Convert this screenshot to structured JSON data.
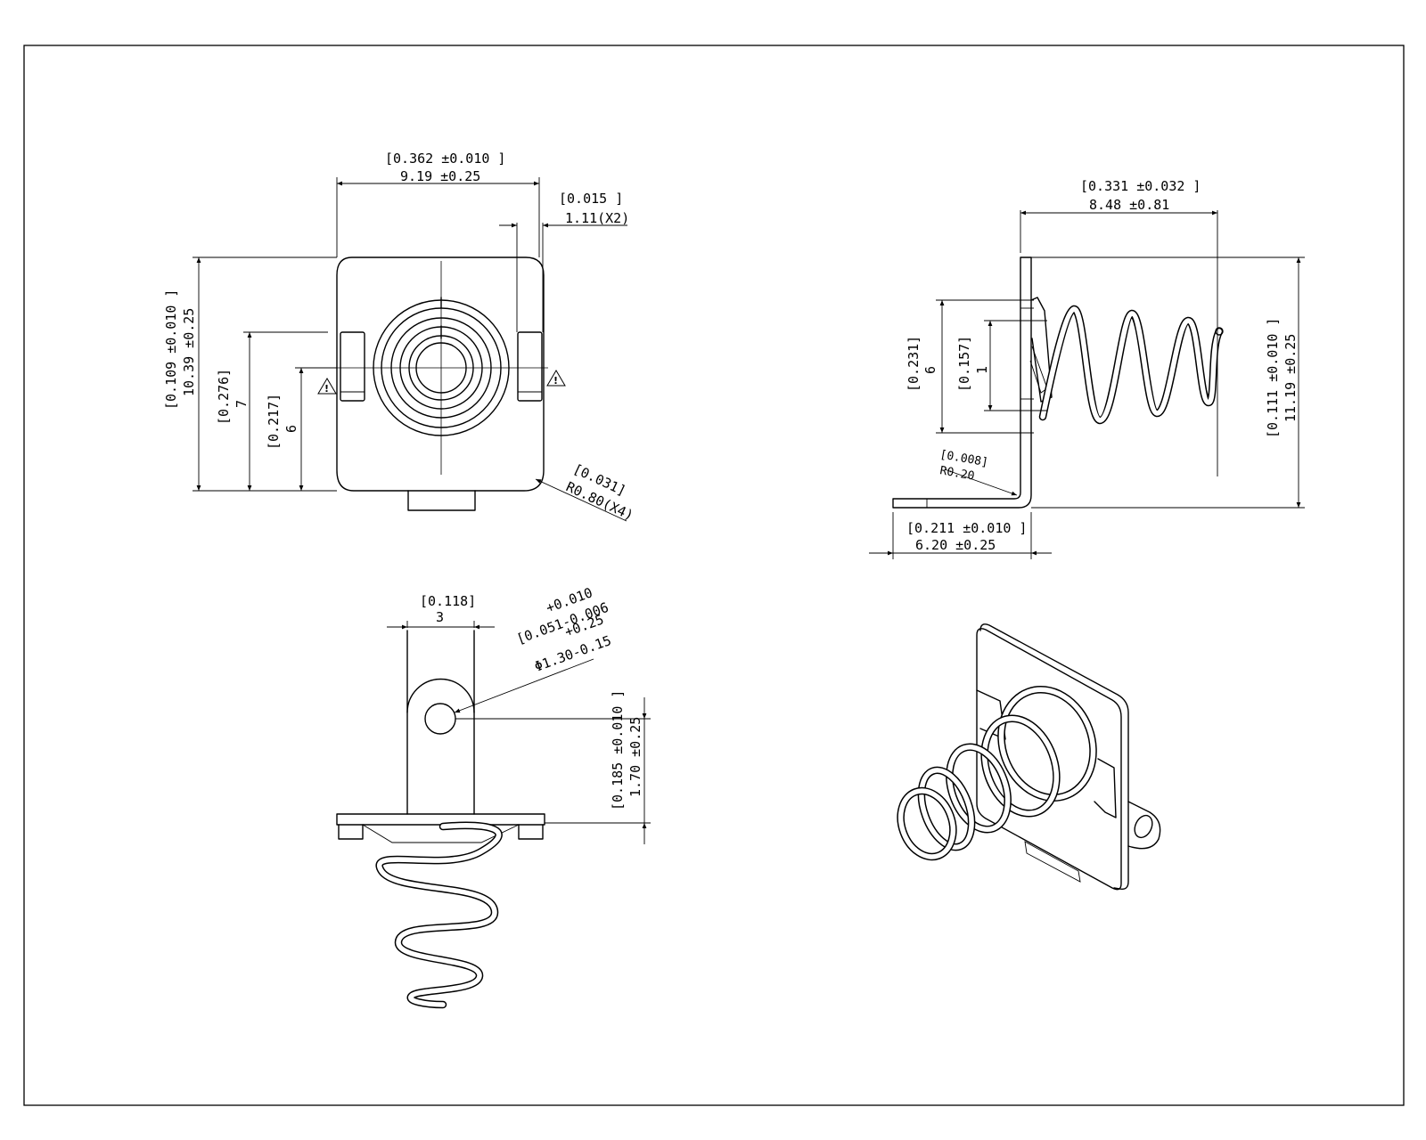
{
  "front_view": {
    "width_inch": "[0.362 ±0.010 ]",
    "width_mm": "9.19 ±0.25",
    "tab_inch": "[0.015 ]",
    "tab_mm": "1.11(X2)",
    "height_inch": "[0.109 ±0.010 ]",
    "height_mm": "10.39 ±0.25",
    "slot_top_inch": "[0.276]",
    "slot_top_mm": "7",
    "center_inch": "[0.217]",
    "center_mm": "6",
    "corner_inch": "[0.031]",
    "corner_mm": "R0.80(X4)",
    "warning_mark": "!"
  },
  "side_view": {
    "length_inch": "[0.331 ±0.032 ]",
    "length_mm": "8.48 ±0.81",
    "window_inch": "[0.231]",
    "window_mm": "6",
    "inner_inch": "[0.157]",
    "inner_mm": "1",
    "height_inch": "[0.111 ±0.010 ]",
    "height_mm": "11.19 ±0.25",
    "bend_inch": "[0.008]",
    "bend_mm": "R0.20",
    "foot_inch": "[0.211 ±0.010 ]",
    "foot_mm": "6.20 ±0.25"
  },
  "bottom_view": {
    "tab_width_inch": "[0.118]",
    "tab_width_mm": "3",
    "hole_tol_inch_upper": "+0.010",
    "hole_inch": "[0.051-0.006",
    "hole_tol_mm_upper": "+0.25",
    "hole_mm": "Φ1.30-0.15",
    "hole_height_inch": "[0.185 ±0.010 ]",
    "hole_height_mm": "1.70 ±0.25"
  }
}
